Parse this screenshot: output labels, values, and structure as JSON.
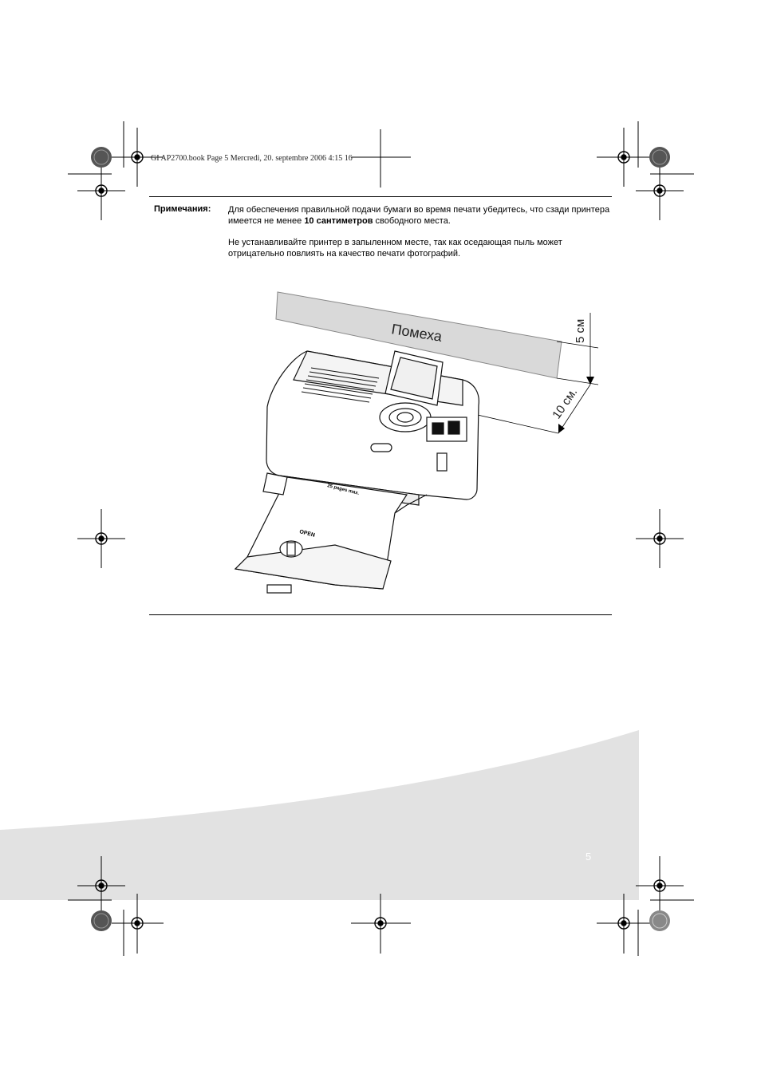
{
  "header": {
    "book_info": "GI AP2700.book  Page 5  Mercredi, 20. septembre 2006  4:15 16"
  },
  "notes": {
    "label": "Примечания:",
    "note1_part1": "Для обеспечения правильной подачи бумаги во время печати убедитесь, что сзади принтера имеется не менее ",
    "note1_bold": "10 сантиметров",
    "note1_part2": " свободного места.",
    "note2": "Не устанавливайте принтер в запыленном месте, так как оседающая пыль может отрицательно повлиять на качество печати фотографий."
  },
  "figure": {
    "obstacle_label": "Помеха",
    "gap_small_label": "5 см",
    "gap_large_label": "10 см.",
    "tray_text": "25 pages max.",
    "tray_open_text": "OPEN"
  },
  "footer": {
    "page_number": "5"
  },
  "colors": {
    "obstacle_fill": "#d9d9d9",
    "footer_band": "#e2e2e2",
    "page_number_text": "#ffffff"
  }
}
